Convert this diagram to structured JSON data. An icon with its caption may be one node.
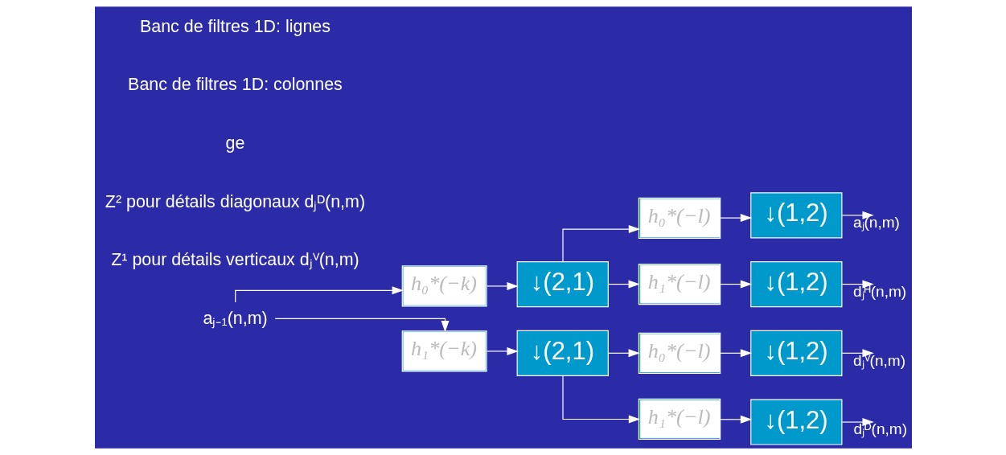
{
  "diagram": {
    "nodes": [
      {
        "text": [
          "aⱼ₋₁(n,m)"
        ]
      },
      {
        "text": [
          "h₀*(−k)"
        ]
      },
      {
        "text": [
          "↓(2,1)"
        ]
      },
      {
        "text": [
          "h₁*(−k)"
        ]
      },
      {
        "text": [
          "↓(2,1)"
        ]
      },
      {
        "text": [
          "h₀*(−l)"
        ]
      },
      {
        "text": [
          "↓(1,2)"
        ]
      },
      {
        "text": [
          "h₁*(−l)"
        ]
      },
      {
        "text": [
          "↓(1,2)"
        ]
      },
      {
        "text": [
          "h₀*(−l)"
        ]
      },
      {
        "text": [
          "↓(1,2)"
        ]
      },
      {
        "text": [
          "h₁*(−l)"
        ]
      },
      {
        "text": [
          "↓(1,2)"
        ]
      }
    ],
    "edges": [
      {
        "from": 0,
        "to": 1,
        "arrow": "to"
      },
      {
        "from": 0,
        "to": 3,
        "arrow": "to"
      },
      {
        "from": 1,
        "to": 2,
        "arrow": "to"
      },
      {
        "from": 3,
        "to": 4,
        "arrow": "to"
      },
      {
        "from": 2,
        "to": 5,
        "arrow": "to"
      },
      {
        "from": 2,
        "to": 7,
        "arrow": "to"
      },
      {
        "from": 4,
        "to": 9,
        "arrow": "to"
      },
      {
        "from": 4,
        "to": 11,
        "arrow": "to"
      },
      {
        "from": 5,
        "to": 6,
        "arrow": "to"
      },
      {
        "from": 7,
        "to": 8,
        "arrow": "to"
      },
      {
        "from": 9,
        "to": 10,
        "arrow": "to"
      },
      {
        "from": 11,
        "to": 12,
        "arrow": "to"
      },
      {
        "from": 6,
        "to": null,
        "arrow": "to",
        "label": "aⱼ(n,m)"
      },
      {
        "from": 8,
        "to": null,
        "arrow": "to",
        "label": "dⱼᴴ(n,m)"
      },
      {
        "from": 10,
        "to": null,
        "arrow": "to",
        "label": "dⱼⱽ(n,m)"
      },
      {
        "from": 12,
        "to": null,
        "arrow": "to",
        "label": "dⱼᴰ(n,m)"
      }
    ],
    "labels": [
      "Z¹ pour détails verticaux dⱼⱽ(n,m)",
      "Z² pour détails diagonaux dⱼᴰ(n,m)",
      "ge",
      "Banc de filtres 1D: colonnes",
      "Banc de filtres 1D: lignes"
    ]
  }
}
